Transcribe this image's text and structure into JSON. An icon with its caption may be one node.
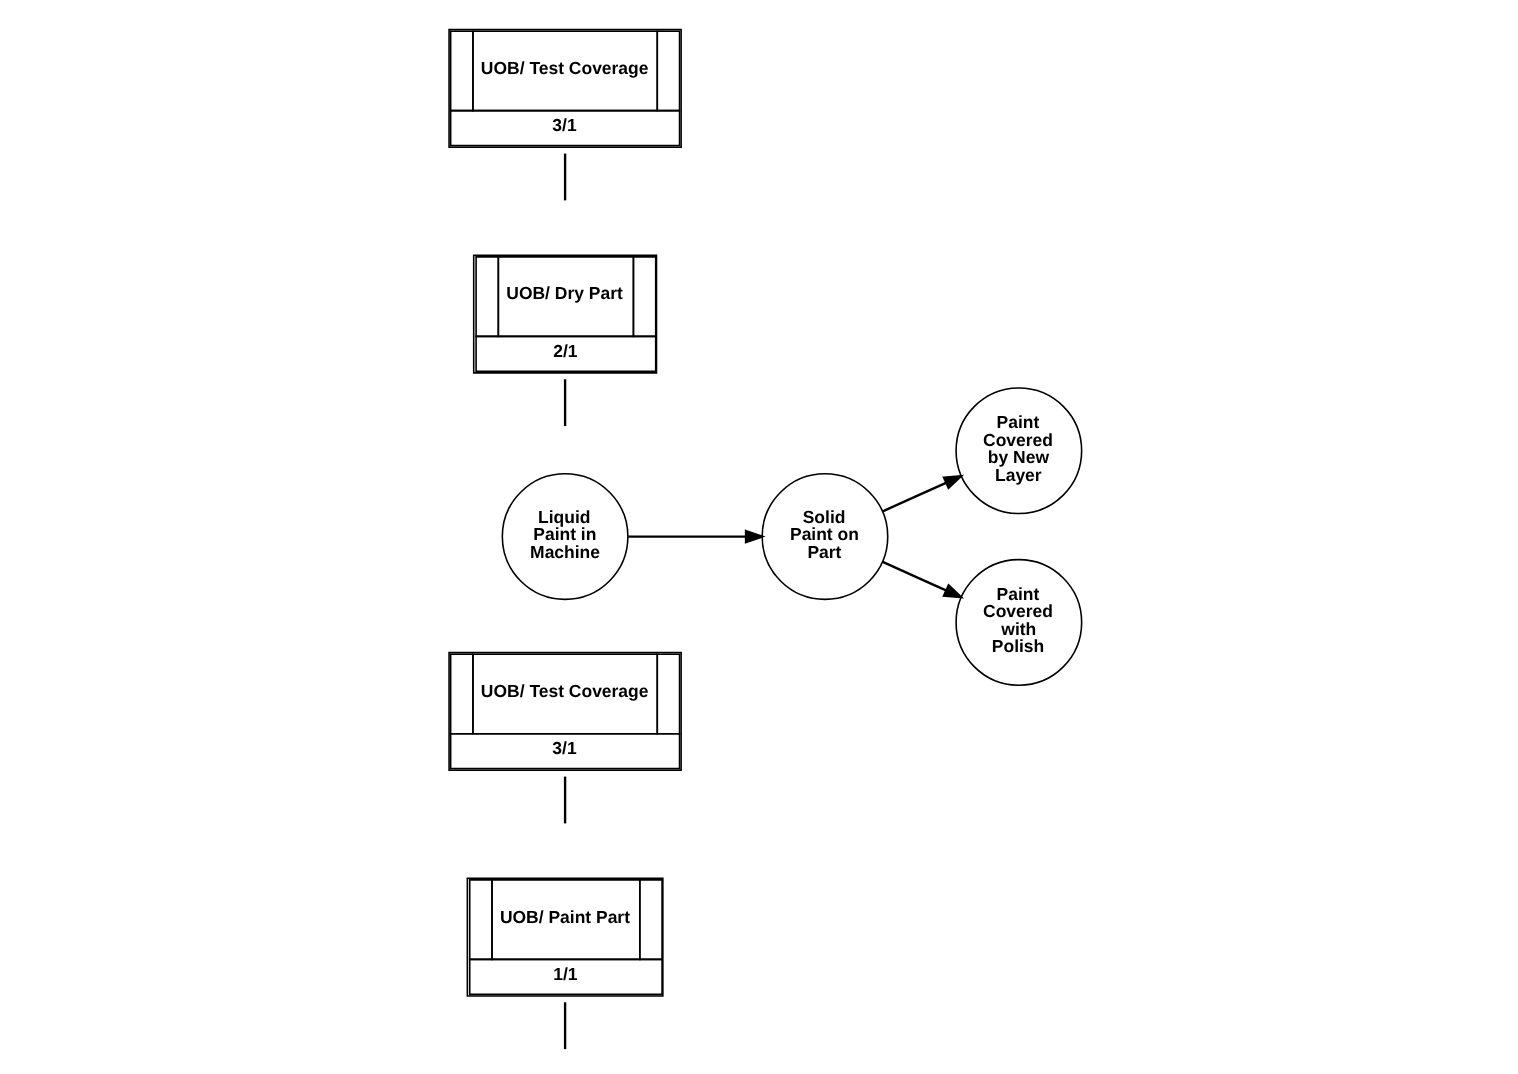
{
  "diagram": {
    "nodes": [
      {
        "text": [
          "UOB/ Paint Part",
          "1/1"
        ]
      },
      {
        "text": [
          "UOB/ Test Coverage",
          "3/1"
        ]
      },
      {
        "text": [
          "Paint Covered by New Layer"
        ]
      },
      {
        "text": [
          "Liquid Paint in Machine"
        ]
      },
      {
        "text": [
          "Solid Paint on Part"
        ]
      },
      {
        "text": [
          "UOB/ Dry Part",
          "2/1"
        ]
      },
      {
        "text": [
          "Paint Covered with Polish"
        ]
      },
      {
        "text": [
          "UOB/ Test Coverage",
          "3/1"
        ]
      }
    ],
    "edges": [
      {
        "from": 3,
        "to": 4,
        "arrow": "to"
      },
      {
        "from": 4,
        "to": 2,
        "arrow": "to"
      },
      {
        "from": 4,
        "to": 6,
        "arrow": "to"
      },
      {
        "from": 0,
        "to": null,
        "arrow": "none"
      },
      {
        "from": 5,
        "to": null,
        "arrow": "none"
      },
      {
        "from": 1,
        "to": null,
        "arrow": "none"
      },
      {
        "from": 7,
        "to": null,
        "arrow": "none"
      }
    ]
  }
}
